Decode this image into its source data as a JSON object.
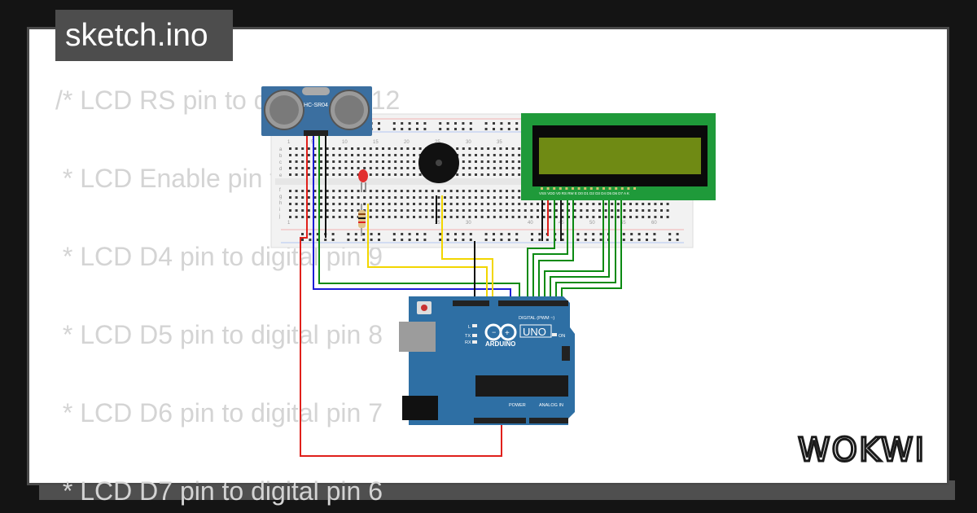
{
  "file": {
    "name": "sketch.ino"
  },
  "code": {
    "lines": [
      "/* LCD RS pin to digital pin 12",
      " * LCD Enable pin to digital pin 11",
      " * LCD D4 pin to digital pin 9",
      " * LCD D5 pin to digital pin 8",
      " * LCD D6 pin to digital pin 7",
      " * LCD D7 pin to digital pin 6"
    ]
  },
  "components": {
    "ultrasonic_label": "HC-SR04",
    "arduino_brand": "ARDUINO",
    "arduino_model": "UNO",
    "arduino_digital": "DIGITAL (PWM ~)",
    "arduino_power": "POWER",
    "arduino_analog": "ANALOG IN",
    "arduino_on": "ON",
    "arduino_tx": "TX",
    "arduino_rx": "RX",
    "arduino_l": "L",
    "lcd_pins": "VSS VDD V0 RS RW E D0 D1 D2 D3 D4 D5 D6 D7 A K",
    "breadboard_numbers": [
      "1",
      "5",
      "10",
      "15",
      "20",
      "25",
      "30",
      "35",
      "40",
      "45",
      "50",
      "55",
      "60"
    ],
    "breadboard_rows_top": [
      "a",
      "b",
      "c",
      "d",
      "e"
    ],
    "breadboard_rows_bottom": [
      "f",
      "g",
      "h",
      "i",
      "j"
    ]
  },
  "brand": {
    "logo": "WOKWI"
  },
  "colors": {
    "background": "#141414",
    "card": "#ffffff",
    "tag": "#4d4d4d",
    "arduino": "#2e6fa4",
    "lcd_frame": "#1f9a3a",
    "lcd_screen": "#6f8a14",
    "wire_red": "#e0201b",
    "wire_blue": "#1c1cd6",
    "wire_green": "#0a8a12",
    "wire_yellow": "#f2d600",
    "wire_black": "#111111"
  }
}
